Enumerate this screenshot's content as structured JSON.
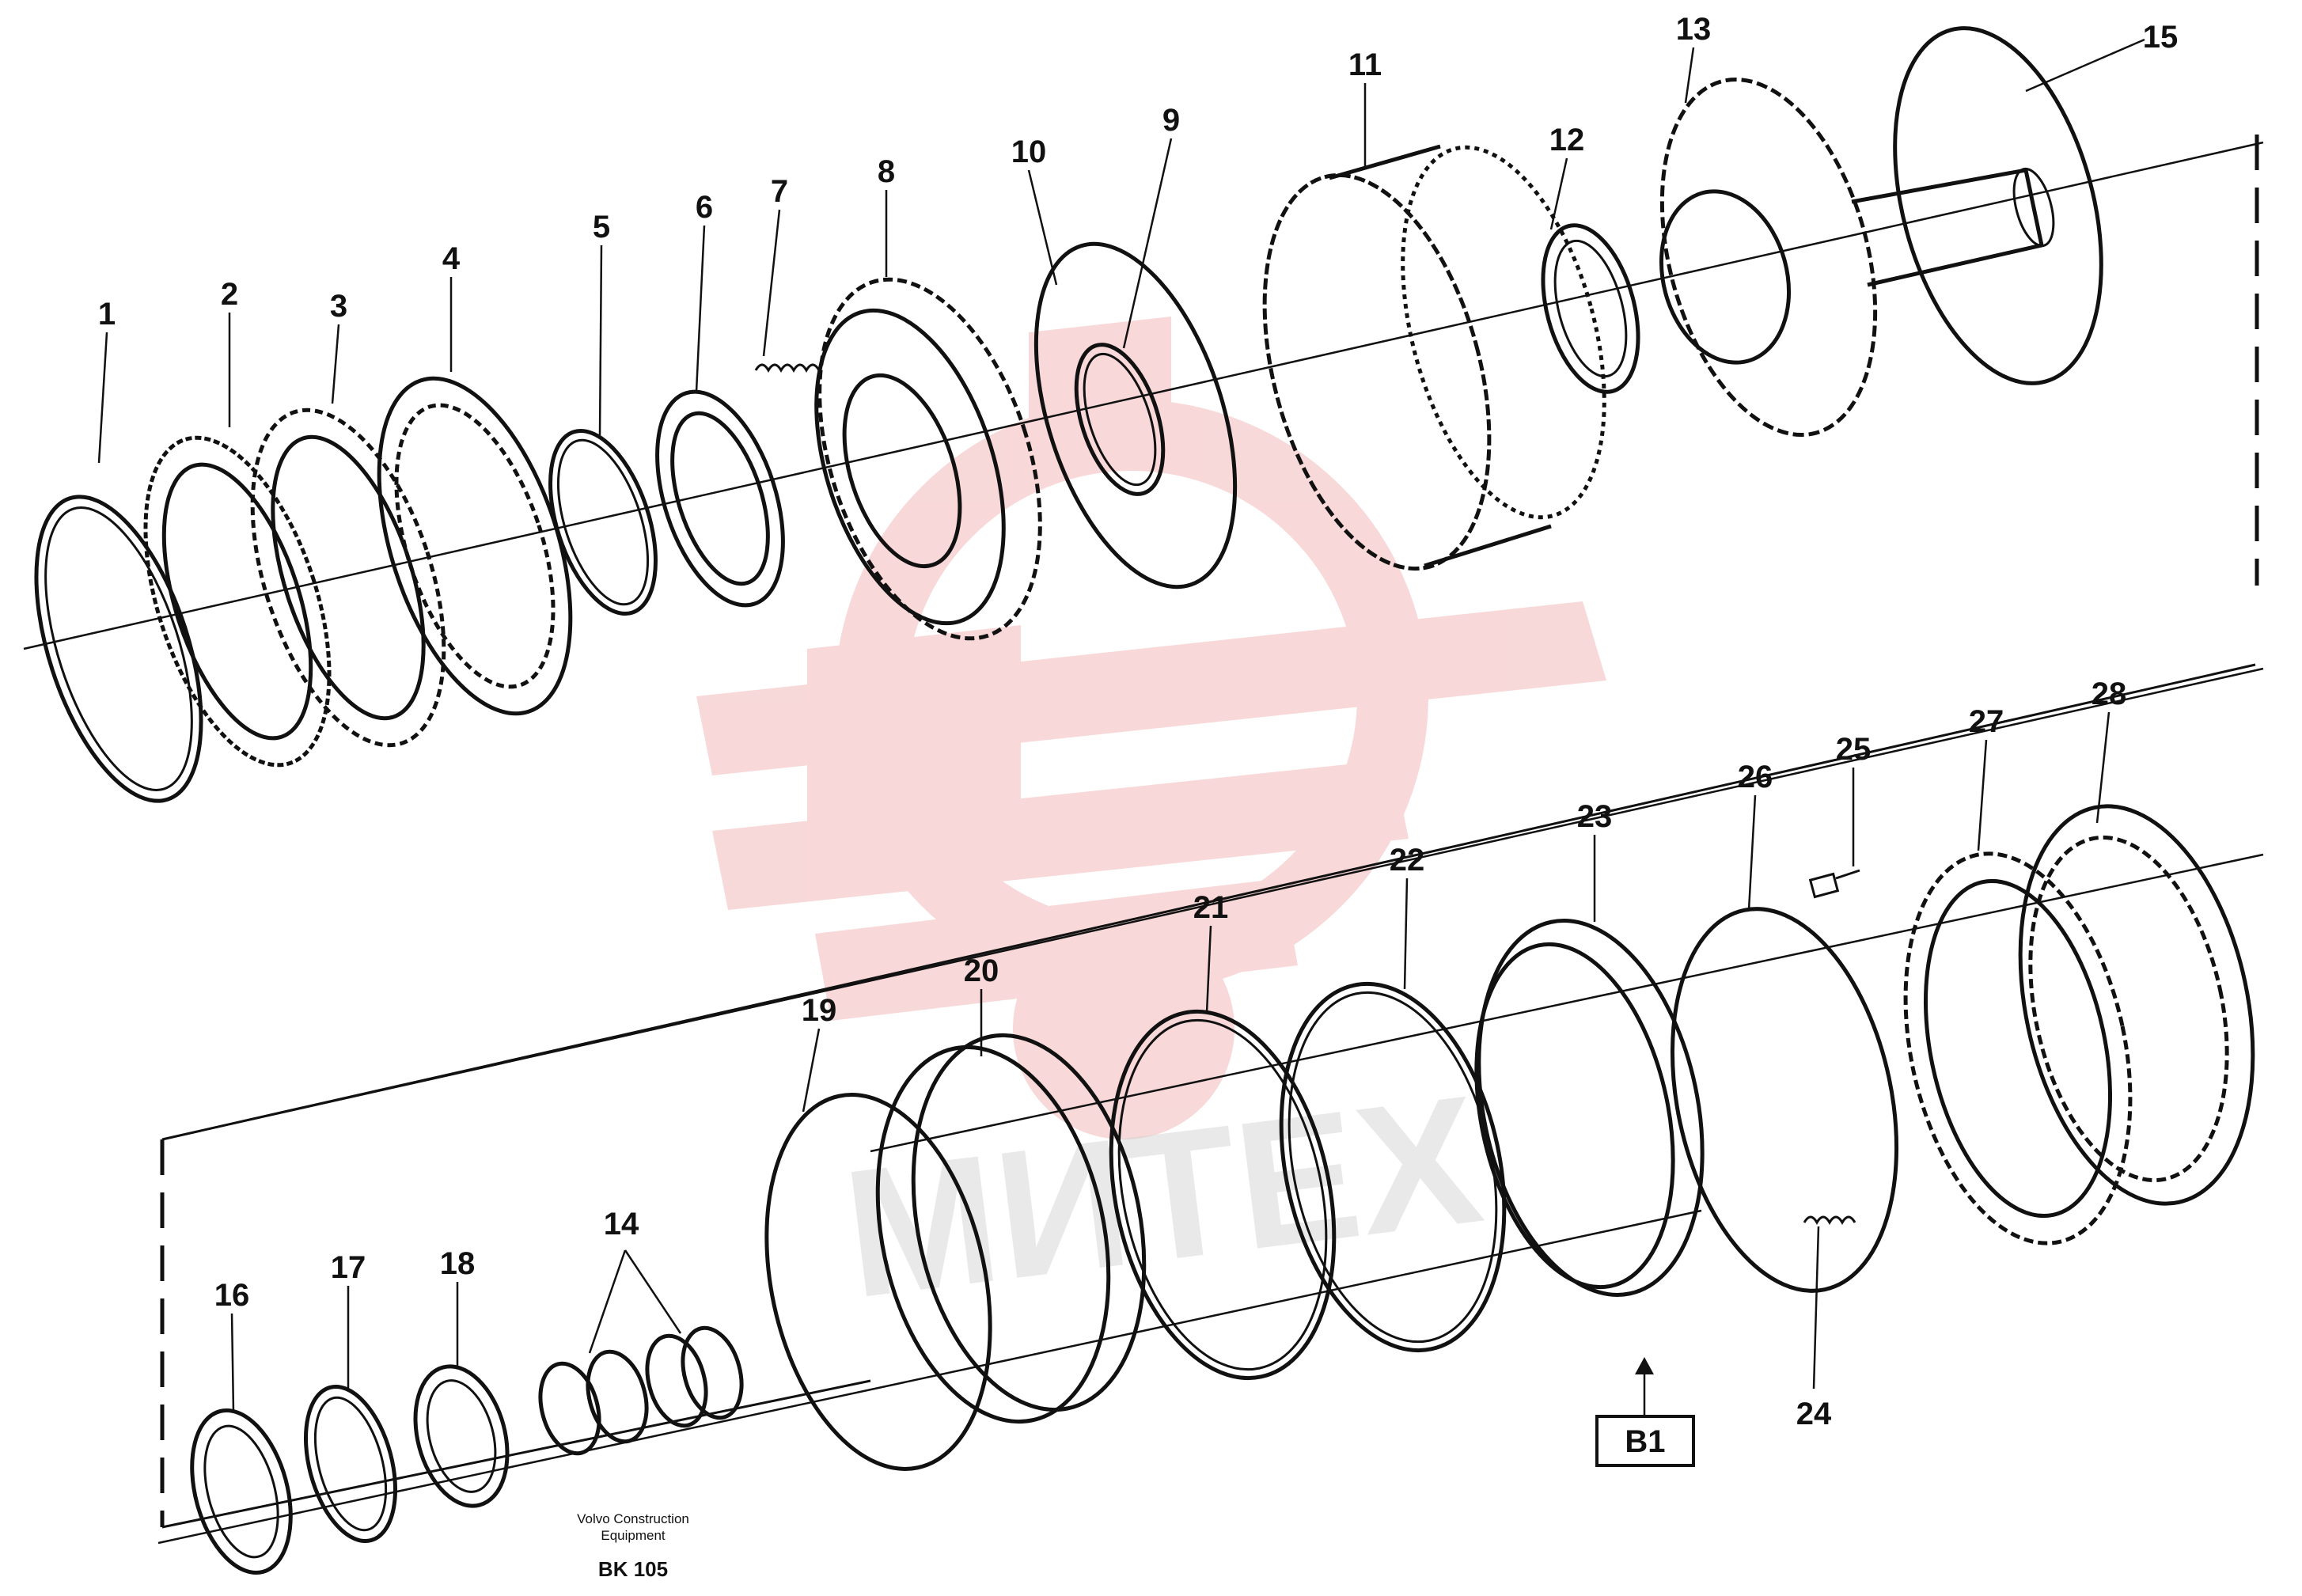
{
  "callouts": [
    "1",
    "2",
    "3",
    "4",
    "5",
    "6",
    "7",
    "8",
    "9",
    "10",
    "11",
    "12",
    "13",
    "14",
    "15",
    "16",
    "17",
    "18",
    "19",
    "20",
    "21",
    "22",
    "23",
    "24",
    "25",
    "26",
    "27",
    "28"
  ],
  "reference": {
    "label": "B1"
  },
  "caption": {
    "line1": "Volvo Construction",
    "line2": "Equipment",
    "code": "BK 105"
  },
  "watermark": {
    "text": "МИТЕХ",
    "color": "#e05050"
  }
}
